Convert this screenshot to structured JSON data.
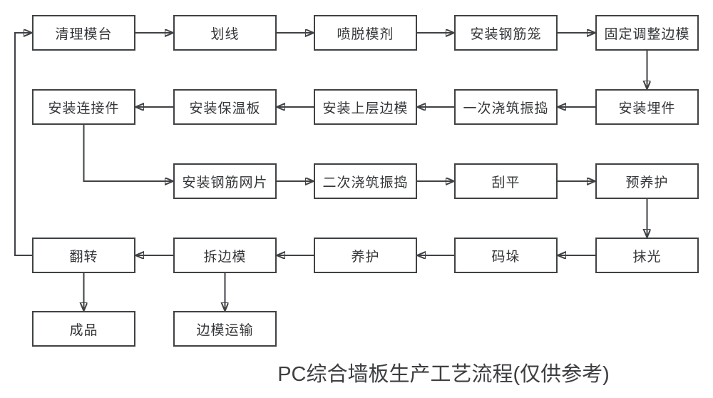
{
  "title": "PC综合墙板生产工艺流程(仅供参考)",
  "colors": {
    "background": "#ffffff",
    "box_border": "#3f4245",
    "line": "#3f4245",
    "text": "#333639",
    "title_text": "#3c3f42"
  },
  "nodes": [
    {
      "id": "clean-mold-platform",
      "label": "清理模台"
    },
    {
      "id": "marking",
      "label": "划线"
    },
    {
      "id": "spray-release-agent",
      "label": "喷脱模剂"
    },
    {
      "id": "install-rebar-cage",
      "label": "安装钢筋笼"
    },
    {
      "id": "fix-adjust-side-forms",
      "label": "固定调整边模"
    },
    {
      "id": "install-embedded-parts",
      "label": "安装埋件"
    },
    {
      "id": "first-pour-vibrate",
      "label": "一次浇筑振捣"
    },
    {
      "id": "install-upper-side-forms",
      "label": "安装上层边模"
    },
    {
      "id": "install-insulation-board",
      "label": "安装保温板"
    },
    {
      "id": "install-connectors",
      "label": "安装连接件"
    },
    {
      "id": "install-rebar-mesh",
      "label": "安装钢筋网片"
    },
    {
      "id": "second-pour-vibrate",
      "label": "二次浇筑振捣"
    },
    {
      "id": "screed",
      "label": "刮平"
    },
    {
      "id": "pre-curing",
      "label": "预养护"
    },
    {
      "id": "trowel",
      "label": "抹光"
    },
    {
      "id": "stack",
      "label": "码垛"
    },
    {
      "id": "curing",
      "label": "养护"
    },
    {
      "id": "remove-side-forms",
      "label": "拆边模"
    },
    {
      "id": "flip",
      "label": "翻转"
    },
    {
      "id": "finished-product",
      "label": "成品"
    },
    {
      "id": "side-form-transport",
      "label": "边模运输"
    }
  ],
  "edges": [
    {
      "from": "clean-mold-platform",
      "to": "marking"
    },
    {
      "from": "marking",
      "to": "spray-release-agent"
    },
    {
      "from": "spray-release-agent",
      "to": "install-rebar-cage"
    },
    {
      "from": "install-rebar-cage",
      "to": "fix-adjust-side-forms"
    },
    {
      "from": "fix-adjust-side-forms",
      "to": "install-embedded-parts"
    },
    {
      "from": "install-embedded-parts",
      "to": "first-pour-vibrate"
    },
    {
      "from": "first-pour-vibrate",
      "to": "install-upper-side-forms"
    },
    {
      "from": "install-upper-side-forms",
      "to": "install-insulation-board"
    },
    {
      "from": "install-insulation-board",
      "to": "install-connectors"
    },
    {
      "from": "install-connectors",
      "to": "install-rebar-mesh"
    },
    {
      "from": "install-rebar-mesh",
      "to": "second-pour-vibrate"
    },
    {
      "from": "second-pour-vibrate",
      "to": "screed"
    },
    {
      "from": "screed",
      "to": "pre-curing"
    },
    {
      "from": "pre-curing",
      "to": "trowel"
    },
    {
      "from": "trowel",
      "to": "stack"
    },
    {
      "from": "stack",
      "to": "curing"
    },
    {
      "from": "curing",
      "to": "remove-side-forms"
    },
    {
      "from": "remove-side-forms",
      "to": "flip"
    },
    {
      "from": "flip",
      "to": "finished-product"
    },
    {
      "from": "remove-side-forms",
      "to": "side-form-transport"
    },
    {
      "from": "flip",
      "to": "clean-mold-platform"
    }
  ]
}
